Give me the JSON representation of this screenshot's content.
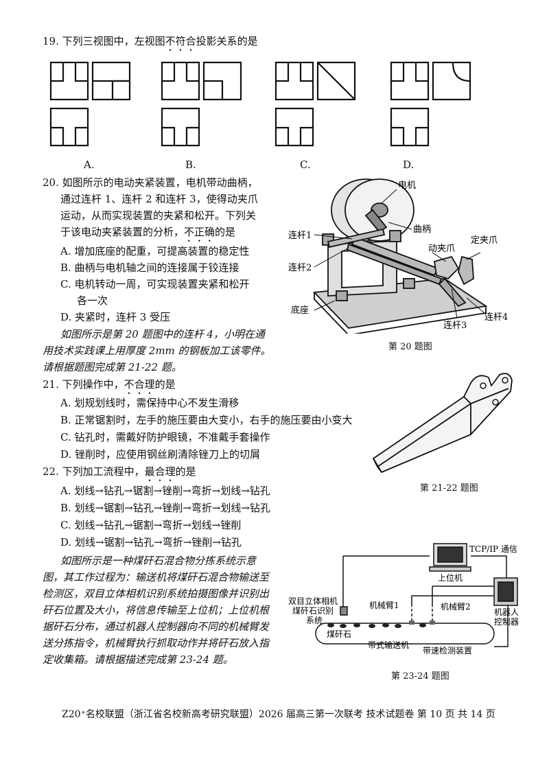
{
  "q19": {
    "stem_prefix": "19. 下列三视图中，左视图",
    "stem_emph": "不符合",
    "stem_suffix": "投影关系的是",
    "options": [
      "A.",
      "B.",
      "C.",
      "D."
    ]
  },
  "q20": {
    "line1": "20. 如图所示的电动夹紧装置，电机带动曲柄，",
    "line2": "通过连杆 1、连杆 2 和连杆 3，使得动夹爪",
    "line3": "运动，从而实现装置的夹紧和松开。下列关",
    "line4_prefix": "于该电动夹紧装置的分析，",
    "line4_emph": "不正确",
    "line4_suffix": "的是",
    "options": [
      "A. 增加底座的配重，可提高装置的稳定性",
      "B. 曲柄与电机轴之间的连接属于铰连接",
      "C. 电机转动一周，可实现装置夹紧和松开",
      "各一次",
      "D. 夹紧时，连杆 3 受压"
    ],
    "figure_labels": {
      "motor": "电机",
      "crank": "曲柄",
      "moving_jaw": "动夹爪",
      "fixed_jaw": "定夹爪",
      "link1": "连杆1",
      "link2": "连杆2",
      "link3": "连杆3",
      "link4": "连杆4",
      "base": "底座"
    },
    "caption": "第 20 题图"
  },
  "intro2122": [
    "如图所示是第 20 题图中的连杆 4，小明在通",
    "用技术实践课上用厚度 2mm 的钢板加工该零件。",
    "请根据题图完成第 21-22 题。"
  ],
  "q21": {
    "stem_prefix": "21. 下列操作中，",
    "stem_emph": "不合理",
    "stem_suffix": "的是",
    "options": [
      "A. 划规划线时，需保持中心不发生滑移",
      "B. 正常锯割时，左手的施压要由大变小，右手的施压要由小变大",
      "C. 钻孔时，需戴好防护眼镜，不准戴手套操作",
      "D. 锉削时，应使用钢丝刷清除锉刀上的切屑"
    ]
  },
  "q22": {
    "stem_prefix": "22. 下列加工流程中，",
    "stem_emph": "最合理",
    "stem_suffix": "的是",
    "options": [
      "A. 划线→钻孔→锯割→锉削→弯折→划线→钻孔",
      "B. 划线→锯割→钻孔→锉削→弯折→划线→钻孔",
      "C. 划线→钻孔→锯割→弯折→划线→锉削",
      "D. 划线→锯割→钻孔→弯折→锉削→钻孔"
    ],
    "caption": "第 21-22 题图"
  },
  "intro2324": [
    "如图所示是一种煤矸石混合物分拣系统示意",
    "图，其工作过程为：输送机将煤矸石混合物输送至",
    "检测区，双目立体相机识别系统拍摄图像并识别出",
    "矸石位置及大小，将信息传输至上位机；上位机根",
    "据矸石分布，通过机器人控制器向不同的机械臂发",
    "送分拣指令，机械臂执行抓取动作并将矸石放入指",
    "定收集箱。请根据描述完成第 23-24 题。"
  ],
  "fig2324": {
    "tcp": "TCP/IP 通信",
    "host": "上位机",
    "robot_ctrl_1": "机器人",
    "robot_ctrl_2": "控制器",
    "arm1": "机械臂1",
    "arm2": "机械臂2",
    "camera_1": "双目立体相机",
    "camera_2": "煤矸石识别",
    "camera_3": "系统",
    "coal": "煤矸石",
    "conveyor": "带式输送机",
    "speed_sensor": "带速检测装置",
    "caption": "第 23-24 题图"
  },
  "footer": "Z20⁺名校联盟（浙江省名校新高考研究联盟）2026 届高三第一次联考 技术试题卷  第 10 页 共 14 页"
}
